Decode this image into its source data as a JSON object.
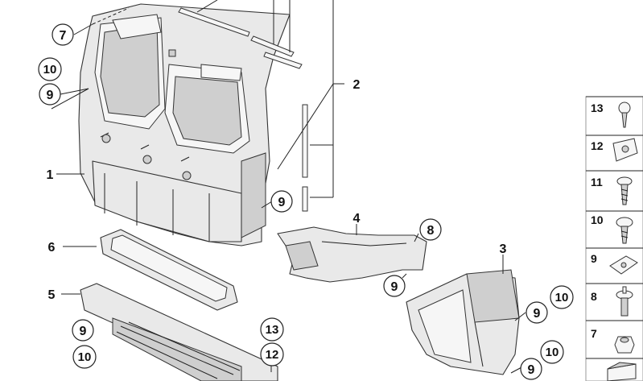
{
  "callouts": {
    "c1": "1",
    "c2": "2",
    "c3": "3",
    "c4": "4",
    "c5": "5",
    "c6": "6",
    "c7": "7",
    "c8": "8",
    "c9a": "9",
    "c9b": "9",
    "c9c": "9",
    "c9d": "9",
    "c9e": "9",
    "c9f": "9",
    "c10a": "10",
    "c10b": "10",
    "c10c": "10",
    "c10d": "10",
    "c12": "12",
    "c13": "13"
  },
  "fasteners": {
    "f13": "13",
    "f12": "12",
    "f11": "11",
    "f10": "10",
    "f9": "9",
    "f8": "8",
    "f7": "7"
  }
}
